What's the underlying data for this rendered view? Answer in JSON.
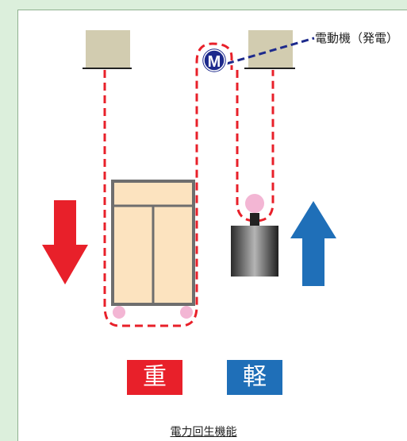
{
  "motor": {
    "symbol": "M",
    "label": "電動機（発電）"
  },
  "weights": {
    "heavy": "重",
    "light": "軽"
  },
  "caption": "電力回生機能",
  "colors": {
    "background": "#dcefdc",
    "rope": "#e8202a",
    "down_arrow": "#e8202a",
    "up_arrow": "#1f6fb8",
    "motor": "#1d2a8c",
    "ceiling_block": "#d2ccb0",
    "car": "#fce3bf",
    "car_frame": "#6e6e6e",
    "pulley": "#f3b6d4",
    "heavy_badge": "#e8202a",
    "light_badge": "#1f6fb8"
  },
  "icons": {
    "down_arrow": "arrow-down-icon",
    "up_arrow": "arrow-up-icon",
    "motor": "motor-icon"
  }
}
